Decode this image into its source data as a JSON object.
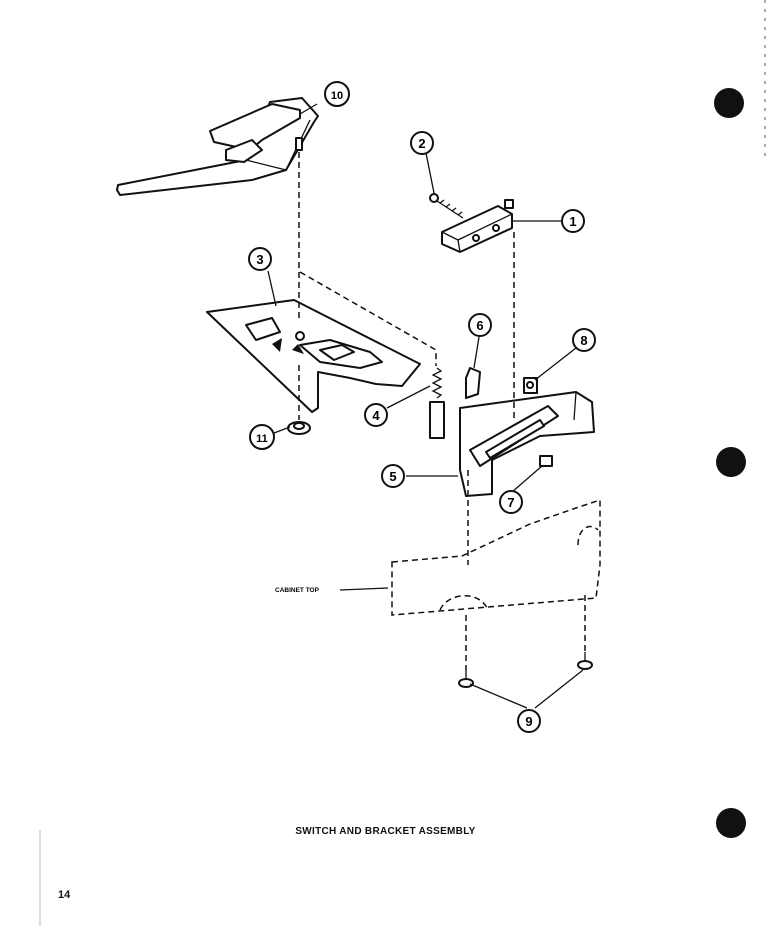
{
  "diagram": {
    "caption": "SWITCH AND BRACKET ASSEMBLY",
    "page_number": "14",
    "cabinet_label": "CABINET TOP",
    "callouts": [
      {
        "id": "c1",
        "label": "1"
      },
      {
        "id": "c2",
        "label": "2"
      },
      {
        "id": "c3",
        "label": "3"
      },
      {
        "id": "c4",
        "label": "4"
      },
      {
        "id": "c5",
        "label": "5"
      },
      {
        "id": "c6",
        "label": "6"
      },
      {
        "id": "c7",
        "label": "7"
      },
      {
        "id": "c8",
        "label": "8"
      },
      {
        "id": "c9",
        "label": "9"
      },
      {
        "id": "c10",
        "label": "10"
      },
      {
        "id": "c11",
        "label": "11"
      }
    ]
  }
}
